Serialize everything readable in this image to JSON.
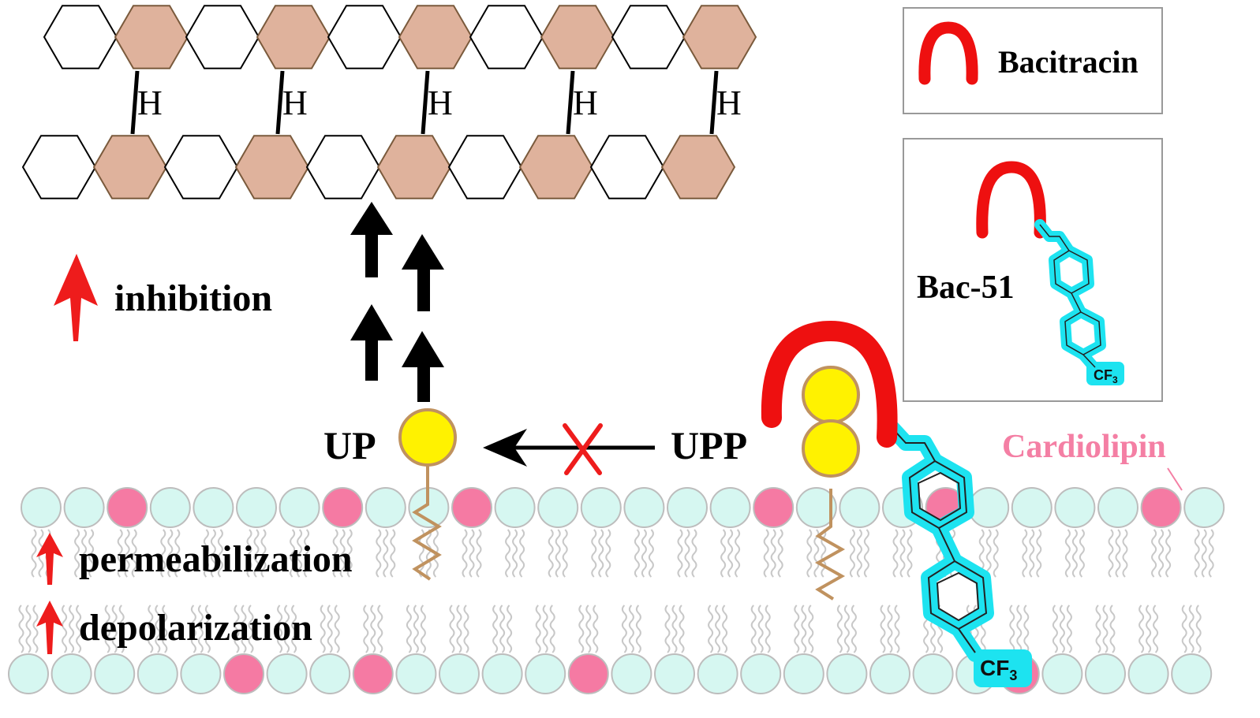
{
  "labels": {
    "inhibition": "inhibition",
    "permeabilization": "permeabilization",
    "depolarization": "depolarization",
    "up": "UP",
    "upp": "UPP",
    "cardiolipin": "Cardiolipin",
    "cf3_sub": "3",
    "cf3_prefix": "CF"
  },
  "legend": {
    "bacitracin": "Bacitracin",
    "bac51": "Bac-51",
    "cf3_prefix": "CF",
    "cf3_sub": "3"
  },
  "glycan": {
    "crosslink_letter": "H"
  },
  "colors": {
    "sugar_fill": "#dfb29c",
    "sugar_stroke": "#7a5a3c",
    "lipid_head": "#d6f7f1",
    "cardiolipin_head": "#f57aa3",
    "cardiolipin_label": "#f47fa4",
    "bacitracin": "#ee1010",
    "bac51_tail": "#1de3f0",
    "prenyl_sphere": "#fff200",
    "prenyl_chain": "#c0925f",
    "red_arrow": "#ee1c1c",
    "black_arrow": "#000000"
  }
}
